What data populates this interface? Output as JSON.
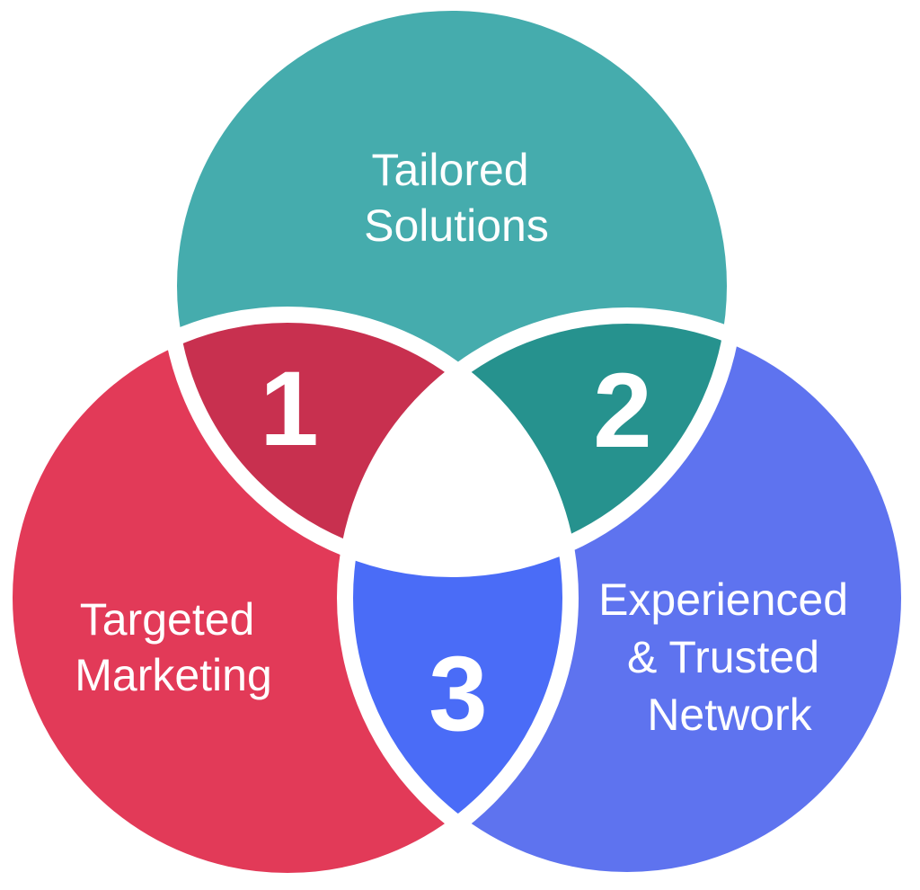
{
  "circles": {
    "top": {
      "label_lines": [
        "Tailored",
        "Solutions"
      ],
      "color": "#45ACAD"
    },
    "left": {
      "label_lines": [
        "Targeted",
        "Marketing"
      ],
      "color": "#E23A58"
    },
    "right": {
      "label_lines": [
        "Experienced",
        "& Trusted",
        "Network"
      ],
      "color": "#5E73EF"
    }
  },
  "intersections": [
    {
      "number": "1",
      "color": "#C8304F"
    },
    {
      "number": "2",
      "color": "#26928E"
    },
    {
      "number": "3",
      "color": "#4A6CF7"
    }
  ],
  "center_color": "#FFFFFF"
}
